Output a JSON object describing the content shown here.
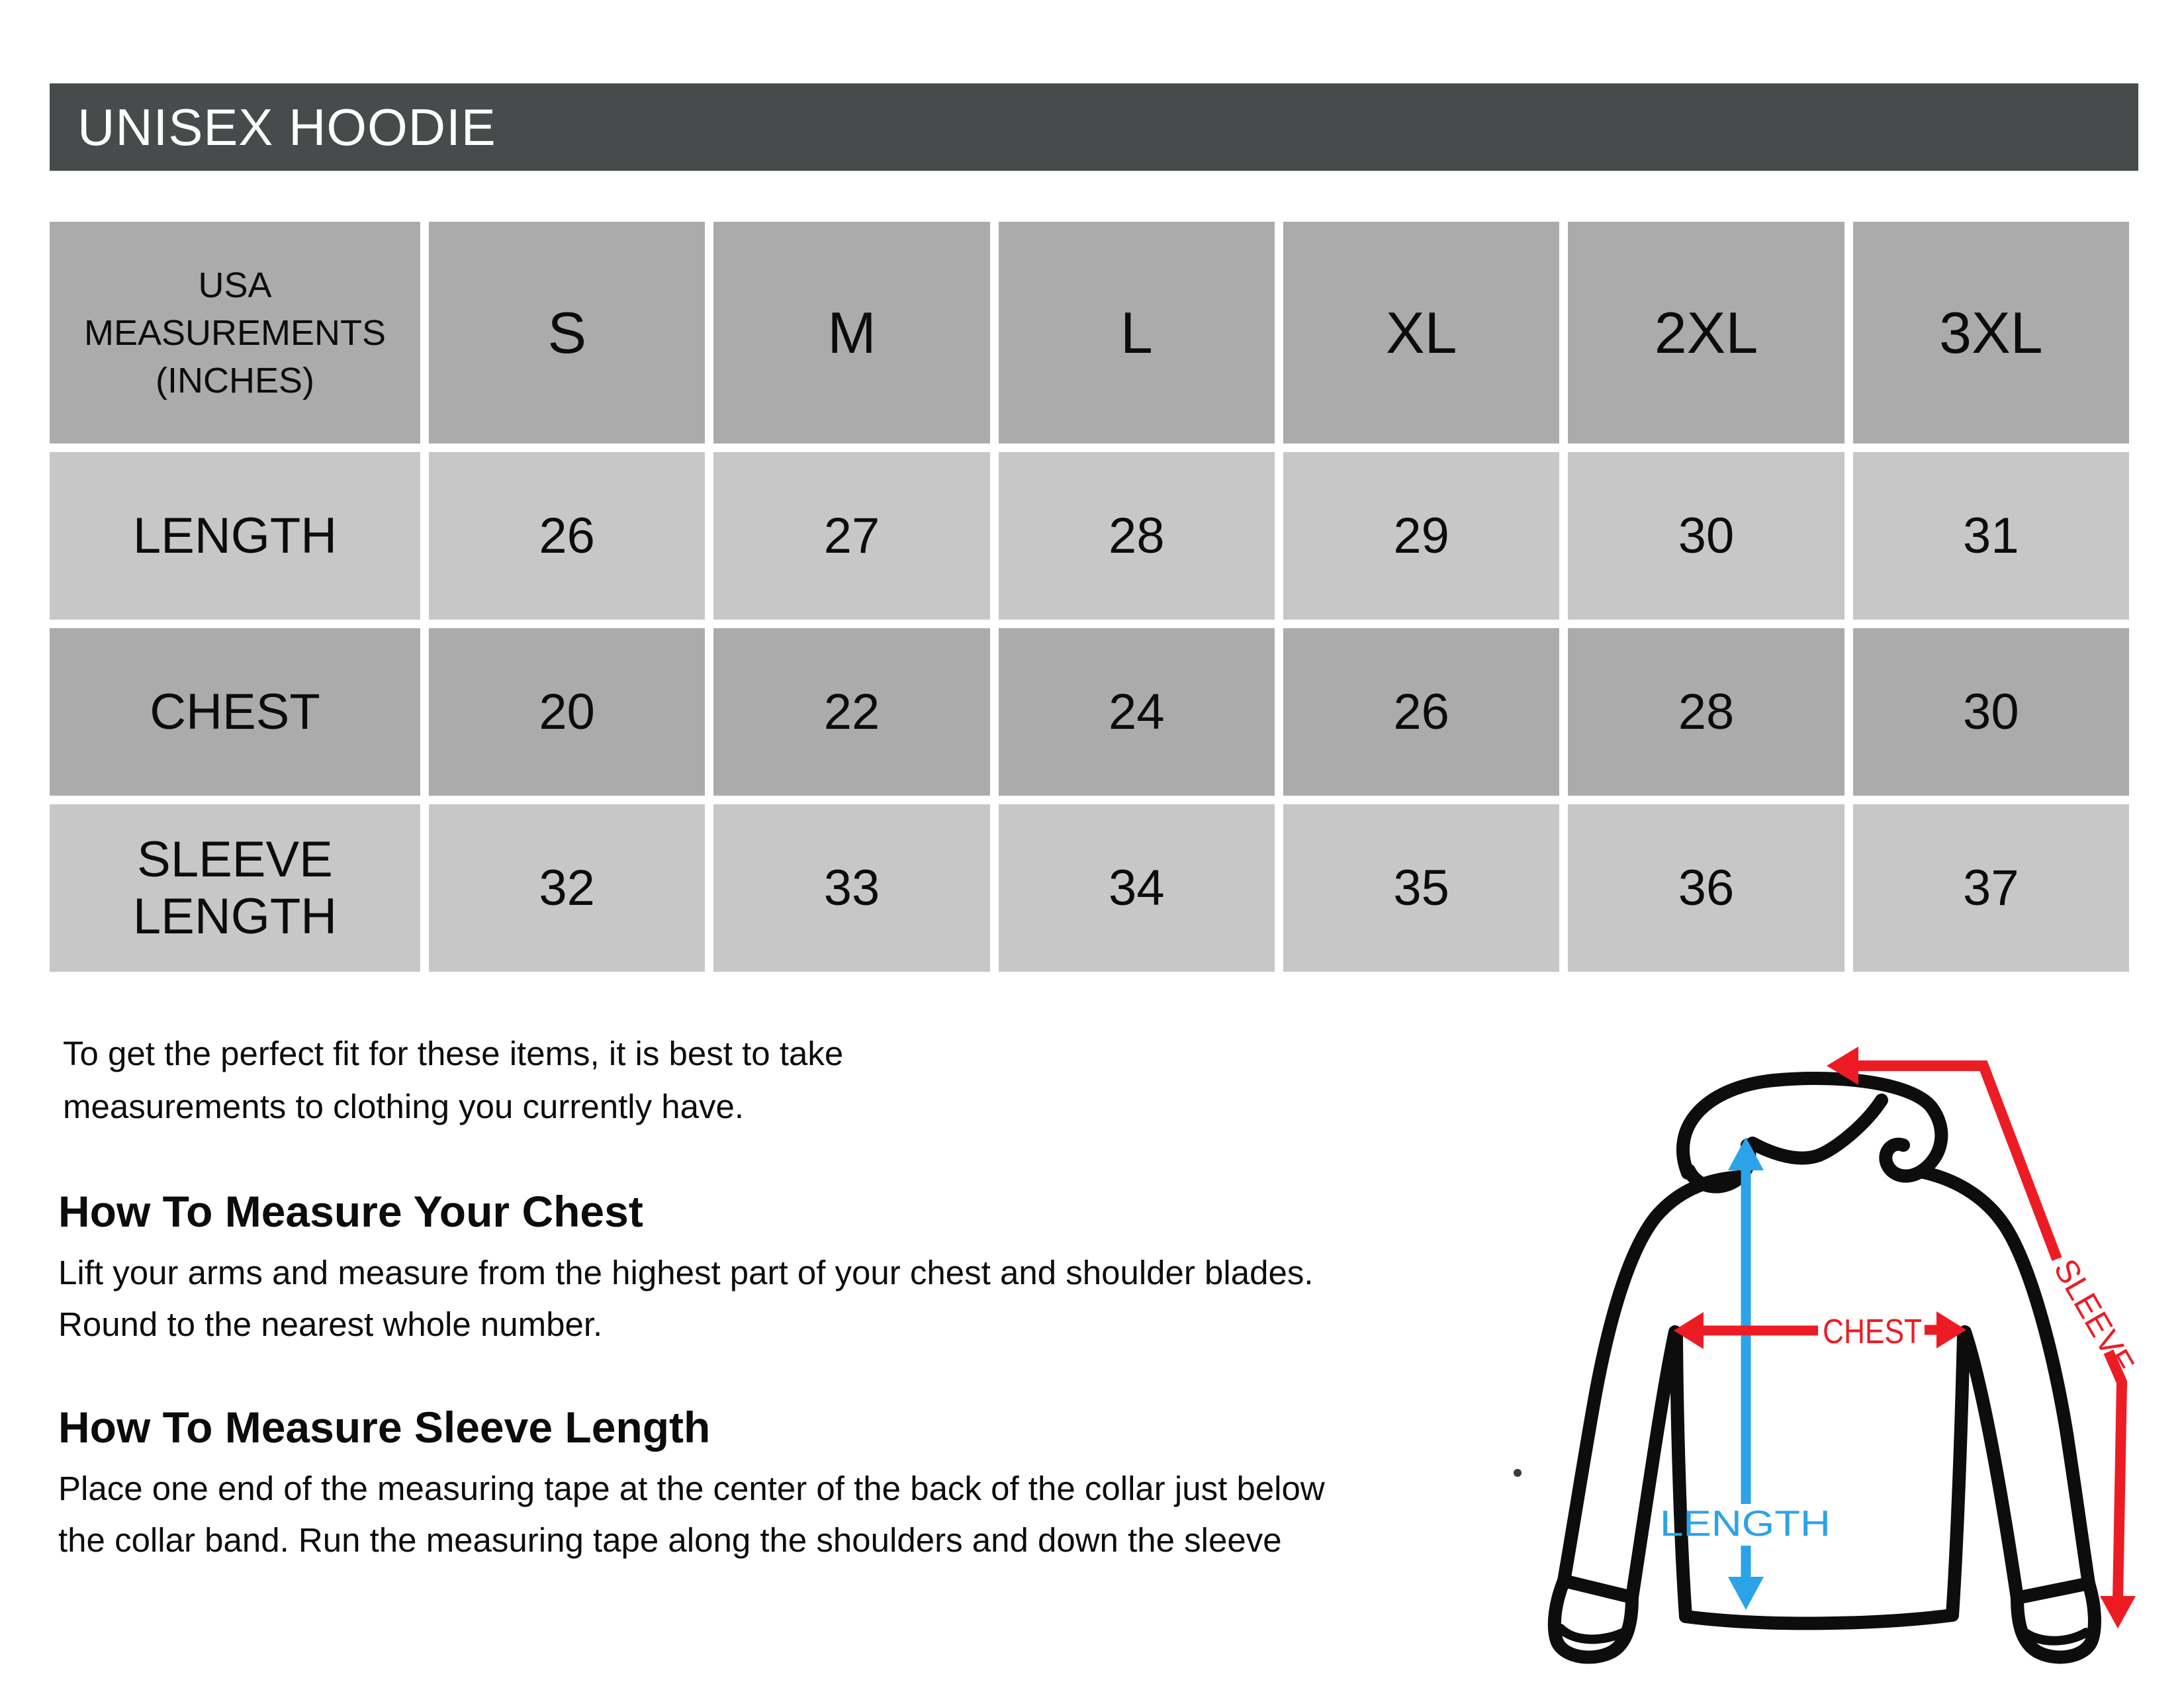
{
  "title_bar": {
    "label": "UNISEX HOODIE",
    "background": "#474b4b"
  },
  "size_table": {
    "corner_lines": [
      "USA",
      "MEASUREMENTS",
      "(INCHES)"
    ],
    "columns": [
      "S",
      "M",
      "L",
      "XL",
      "2XL",
      "3XL"
    ],
    "rows": [
      {
        "label_lines": [
          "LENGTH"
        ],
        "values": [
          "26",
          "27",
          "28",
          "29",
          "30",
          "31"
        ]
      },
      {
        "label_lines": [
          "CHEST"
        ],
        "values": [
          "20",
          "22",
          "24",
          "26",
          "28",
          "30"
        ]
      },
      {
        "label_lines": [
          "SLEEVE",
          "LENGTH"
        ],
        "values": [
          "32",
          "33",
          "34",
          "35",
          "36",
          "37"
        ]
      }
    ],
    "colors": {
      "header_row": "#ababab",
      "light_row": "#c7c7c7",
      "dark_row": "#ababab"
    }
  },
  "intro": {
    "lines": [
      "To get the perfect fit for these items, it is best to take",
      "measurements to clothing you currently have."
    ]
  },
  "sections": [
    {
      "heading": "How To Measure Your Chest",
      "lines": [
        "Lift your arms and measure from the highest part of your chest and shoulder blades.",
        "Round to the nearest whole number."
      ]
    },
    {
      "heading": "How To Measure Sleeve Length",
      "lines": [
        "Place one end of the measuring tape at the center of the back of the collar just below",
        "the collar band. Run the measuring tape along the shoulders and down the sleeve"
      ]
    }
  ],
  "diagram": {
    "labels": {
      "sleeve": "SLEEVE",
      "chest": "CHEST",
      "length": "LENGTH"
    },
    "colors": {
      "red": "#ED1C24",
      "blue": "#2BA3E8",
      "outline": "#0d0d0d"
    }
  }
}
